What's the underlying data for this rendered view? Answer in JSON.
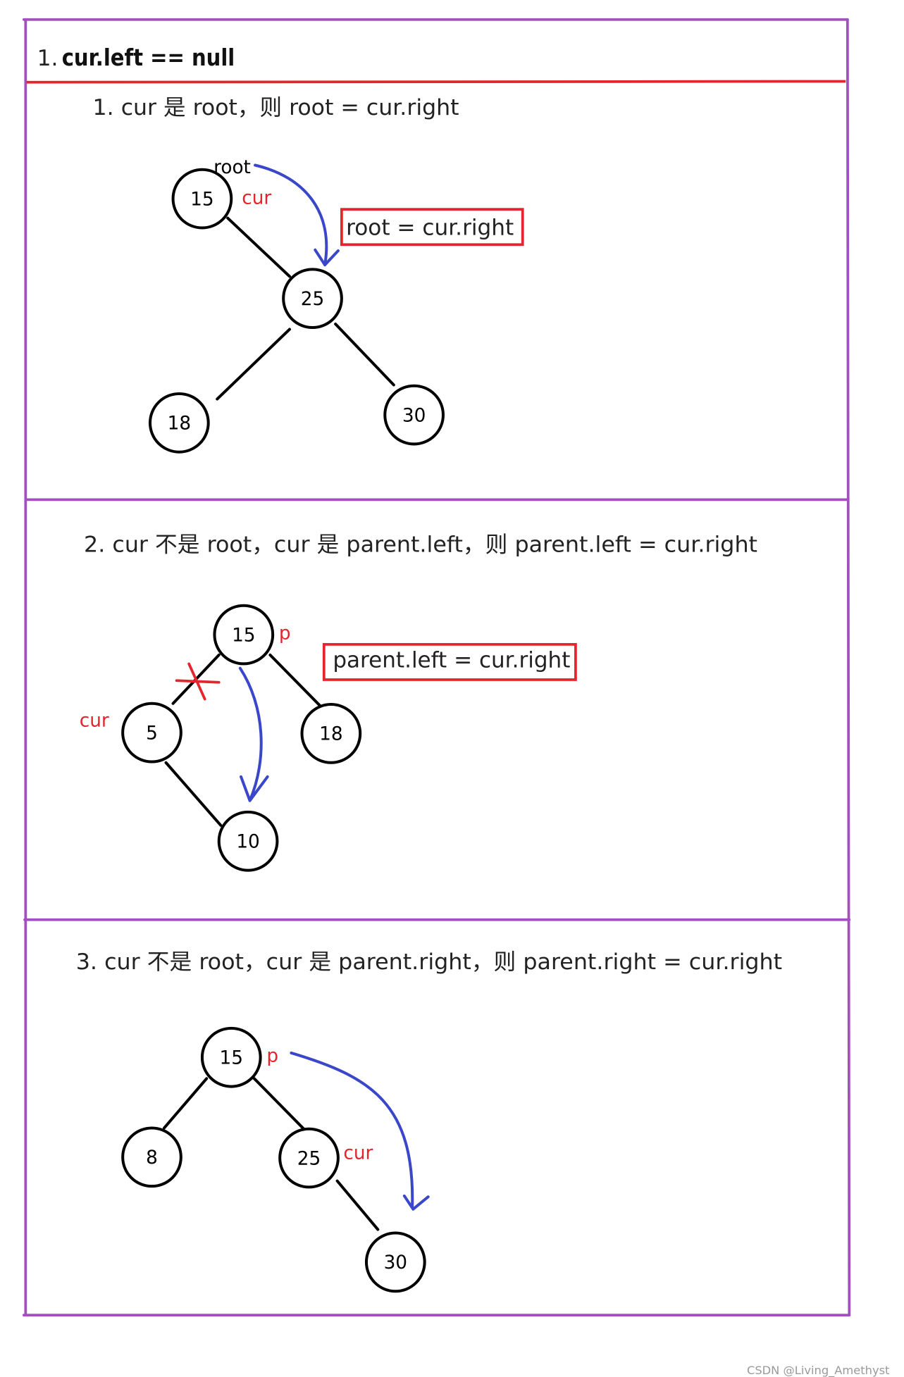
{
  "header": {
    "number": "1.",
    "condition": "cur.left == null"
  },
  "cases": [
    {
      "title": "1. cur 是 root，则 root = cur.right",
      "assignment": "root = cur.right",
      "nodes": [
        "15",
        "25",
        "18",
        "30"
      ],
      "labels": {
        "root": "root",
        "cur": "cur"
      }
    },
    {
      "title": "2. cur 不是 root，cur 是 parent.left，则 parent.left = cur.right",
      "assignment": "parent.left = cur.right",
      "nodes": [
        "15",
        "5",
        "18",
        "10"
      ],
      "labels": {
        "p": "p",
        "cur": "cur"
      }
    },
    {
      "title": "3. cur 不是 root，cur 是 parent.right，则 parent.right = cur.right",
      "nodes": [
        "15",
        "8",
        "25",
        "30"
      ],
      "labels": {
        "p": "p",
        "cur": "cur"
      }
    }
  ],
  "colors": {
    "frame": "#a24fc0",
    "highlight": "#e3262d",
    "arrow": "#3b47c9",
    "ink": "#000000"
  },
  "watermark": "CSDN @Living_Amethyst"
}
